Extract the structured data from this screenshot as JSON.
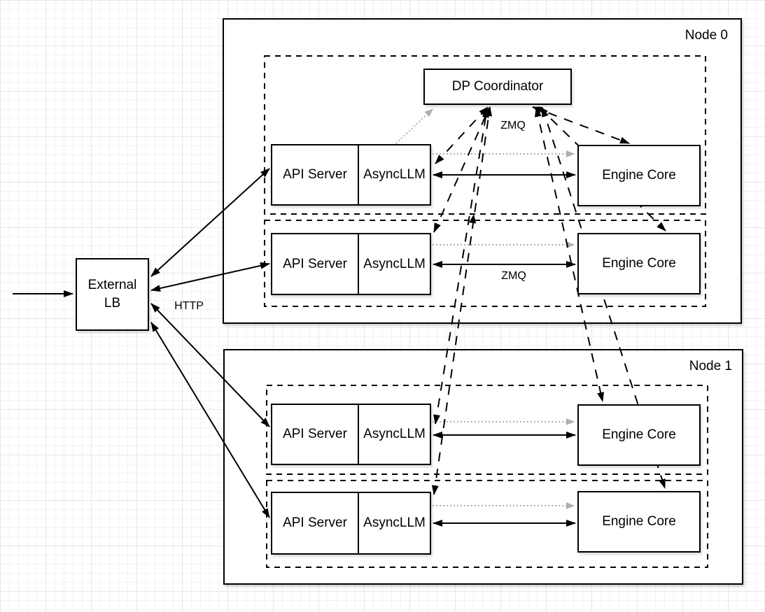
{
  "groups": {
    "node0": "Node 0",
    "node1": "Node 1"
  },
  "boxes": {
    "external_lb": {
      "line1": "External",
      "line2": "LB"
    },
    "dp_coordinator": "DP Coordinator",
    "api_server": "API Server",
    "asyncllm": "AsyncLLM",
    "engine_core": "Engine Core"
  },
  "edge_labels": {
    "http": "HTTP",
    "zmq_coordinator": "ZMQ",
    "zmq_engine": "ZMQ"
  },
  "colors": {
    "stroke": "#000000",
    "gray_arrow": "#b0b0b0",
    "box_fill": "#ffffff",
    "grid_minor": "#f2f2f2",
    "grid_major": "#e6e6e6"
  }
}
